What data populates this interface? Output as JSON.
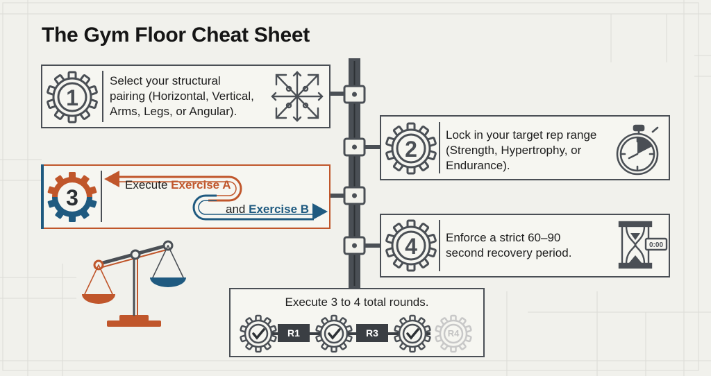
{
  "title": "The Gym Floor Cheat Sheet",
  "steps": [
    {
      "number": "1",
      "lines": [
        "Select your structural",
        "pairing (Horizontal, Vertical,",
        "Arms, Legs, or Angular)."
      ],
      "icon": "crossed-arrows-icon"
    },
    {
      "number": "2",
      "lines": [
        "Lock in your target rep range",
        "(Strength, Hypertrophy, or",
        "Endurance)."
      ],
      "icon": "stopwatch-icon"
    },
    {
      "number": "3",
      "execute_label": "Execute",
      "exercise_a": "Exercise A",
      "and_label": "and",
      "exercise_b": "Exercise B",
      "icon": "balance-scale-icon"
    },
    {
      "number": "4",
      "lines": [
        "Enforce a strict 60–90",
        "second recovery period."
      ],
      "icon": "hourglass-timer-icon",
      "timer_text": "0:00"
    }
  ],
  "rounds": {
    "title": "Execute 3 to 4 total rounds.",
    "labels": [
      "R1",
      "R3",
      "R4"
    ]
  },
  "colors": {
    "dark": "#4a4f55",
    "orange": "#c0562b",
    "blue": "#1f5a80",
    "faded": "#c8c8c8"
  }
}
